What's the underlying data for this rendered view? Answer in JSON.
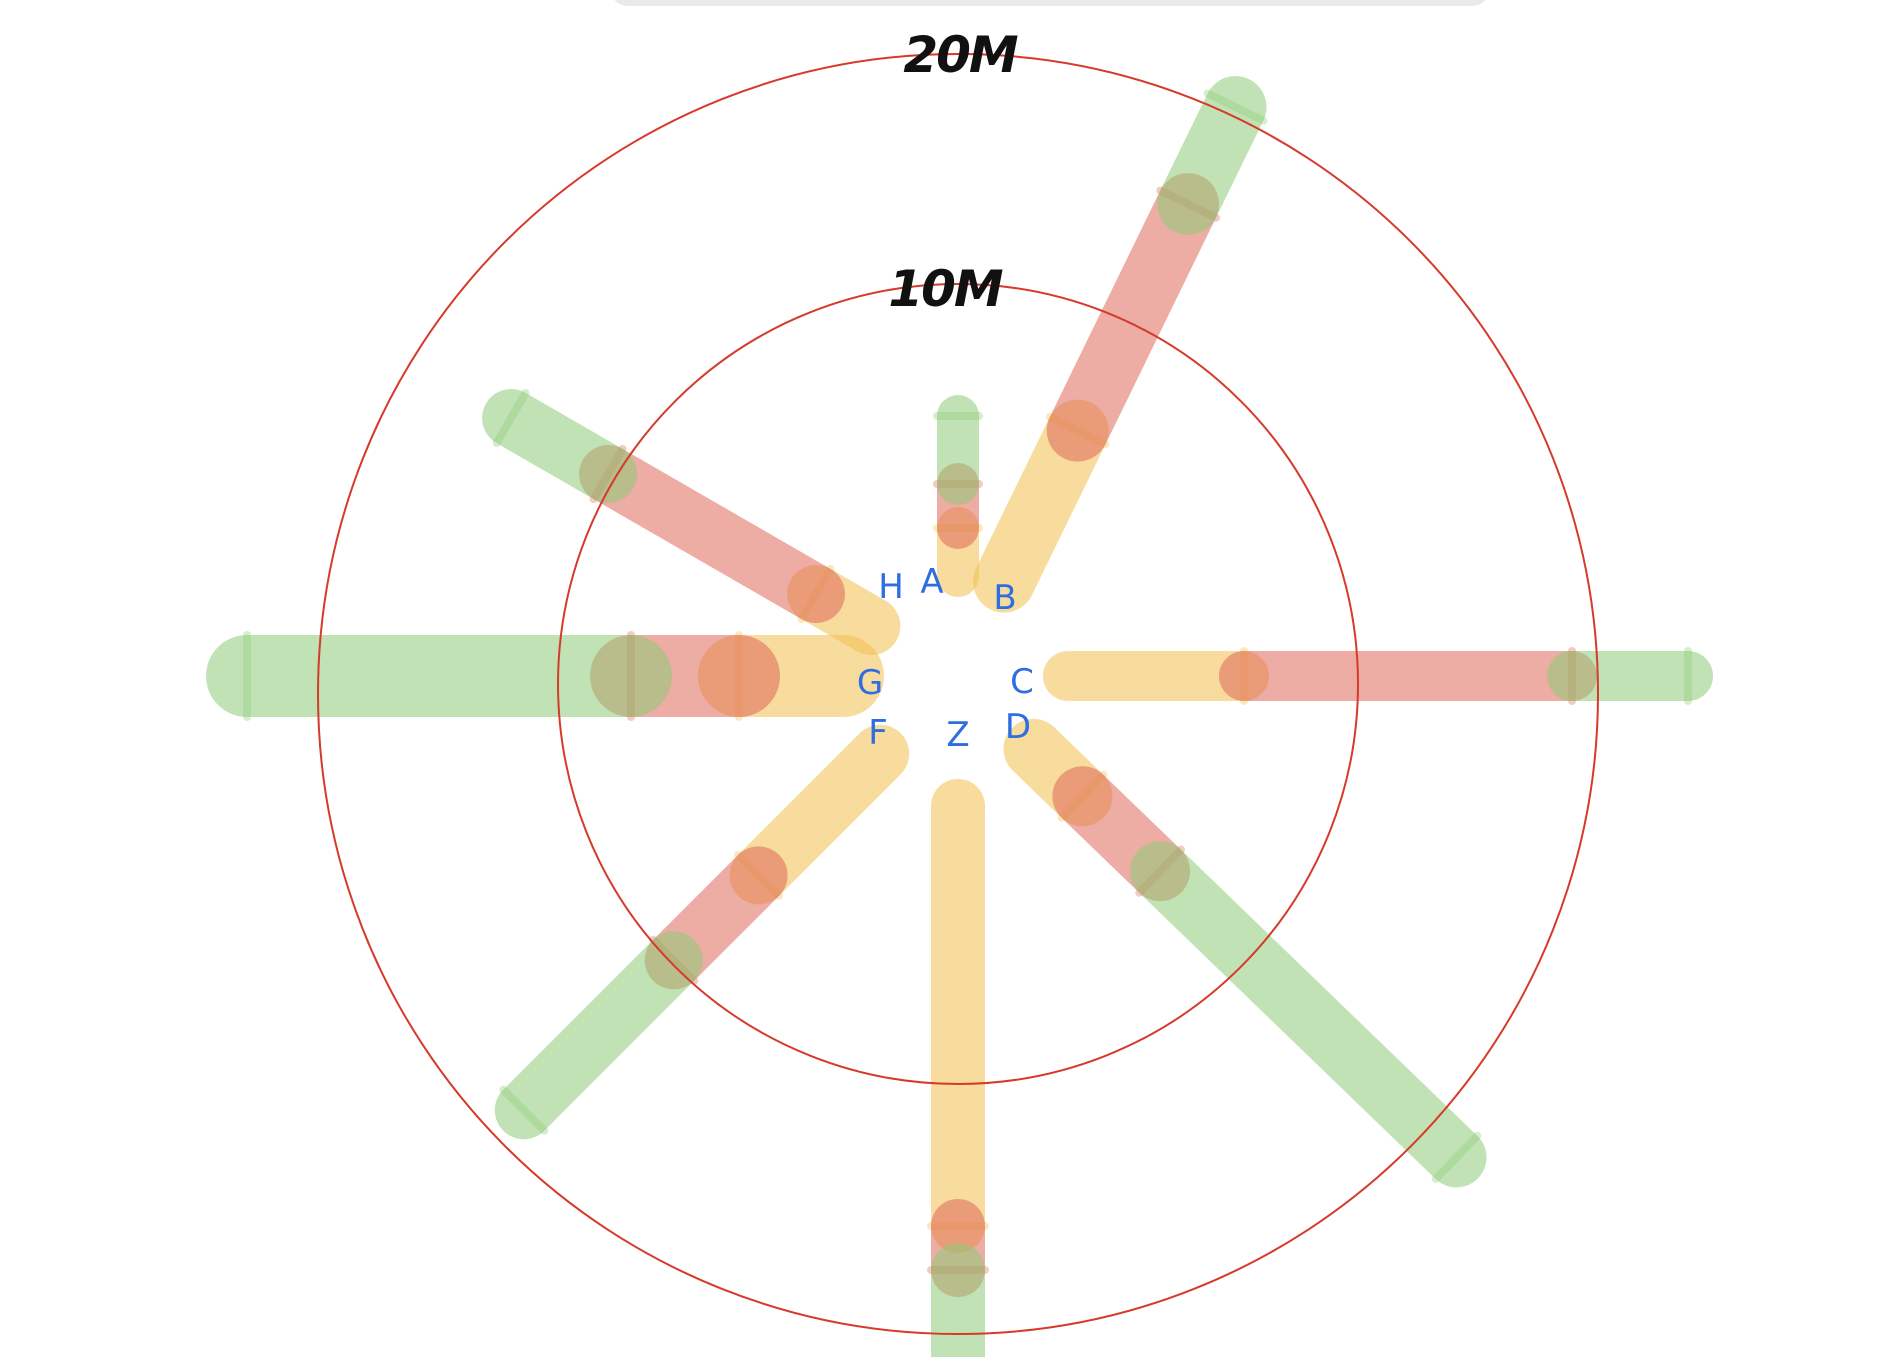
{
  "rings": [
    {
      "id": "inner",
      "label": "10M"
    },
    {
      "id": "outer",
      "label": "20M"
    }
  ],
  "colors": {
    "ring": "#d63a2a",
    "ring_label": "#111111",
    "spoke_label": "#2f6ee0",
    "yellow": "#f2c04f",
    "red": "#e0695a",
    "green": "#8fcc78"
  },
  "spokes": [
    {
      "label": "A",
      "yellow": 1.2,
      "red": 1.1,
      "green": 1.7
    },
    {
      "label": "B",
      "yellow": 4.2,
      "red": 6.3,
      "green": 2.7
    },
    {
      "label": "C",
      "yellow": 4.4,
      "red": 8.2,
      "green": 2.9
    },
    {
      "label": "D",
      "yellow": 1.7,
      "red": 2.7,
      "green": 10.3
    },
    {
      "label": "Z",
      "yellow": 10.5,
      "red": 1.1,
      "green": 3.7
    },
    {
      "label": "F",
      "yellow": 4.3,
      "red": 3.0,
      "green": 5.3
    },
    {
      "label": "G",
      "yellow": 2.6,
      "red": 2.7,
      "green": 9.6
    },
    {
      "label": "H",
      "yellow": 1.6,
      "red": 6.0,
      "green": 2.8
    }
  ]
}
